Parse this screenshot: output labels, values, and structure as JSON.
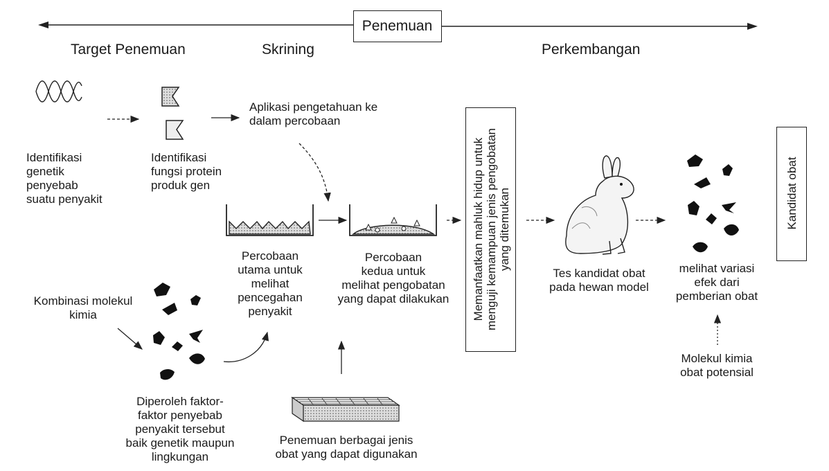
{
  "header": {
    "main_box": "Penemuan",
    "col_target": "Target Penemuan",
    "col_screening": "Skrining",
    "col_development": "Perkembangan"
  },
  "nodes": {
    "genetic_id": "Identifikasi\ngenetik\npenyebab\nsuatu penyakit",
    "protein_id": "Identifikasi\nfungsi protein\nproduk gen",
    "apply_knowledge": "Aplikasi pengetahuan ke\ndalam percobaan",
    "main_test": "Percobaan\nutama untuk\nmelihat\npencegahan\npenyakit",
    "second_test": "Percobaan\nkedua untuk\nmelihat pengobatan\nyang dapat dilakukan",
    "living_model": "Memanfaatkan mahluk hidup untuk\nmenguji kemampuan jenis pengobatan\nyang ditemukan",
    "animal_test": "Tes kandidat obat\npada hewan model",
    "variation": "melihat variasi\nefek dari\npemberian obat",
    "drug_candidate": "Kandidat obat",
    "chem_combo": "Kombinasi molekul\nkimia",
    "factors": "Diperoleh faktor-\nfaktor penyebab\npenyakit tersebut\nbaik genetik maupun\nlingkungan",
    "drug_discovery": "Penemuan berbagai jenis\nobat yang dapat digunakan",
    "potential": "Molekul kimia\nobat potensial"
  },
  "icons": [
    "dna-helix-icon",
    "protein-icon",
    "assay-well-icon",
    "rabbit-icon",
    "molecule-icon",
    "compound-library-icon"
  ]
}
